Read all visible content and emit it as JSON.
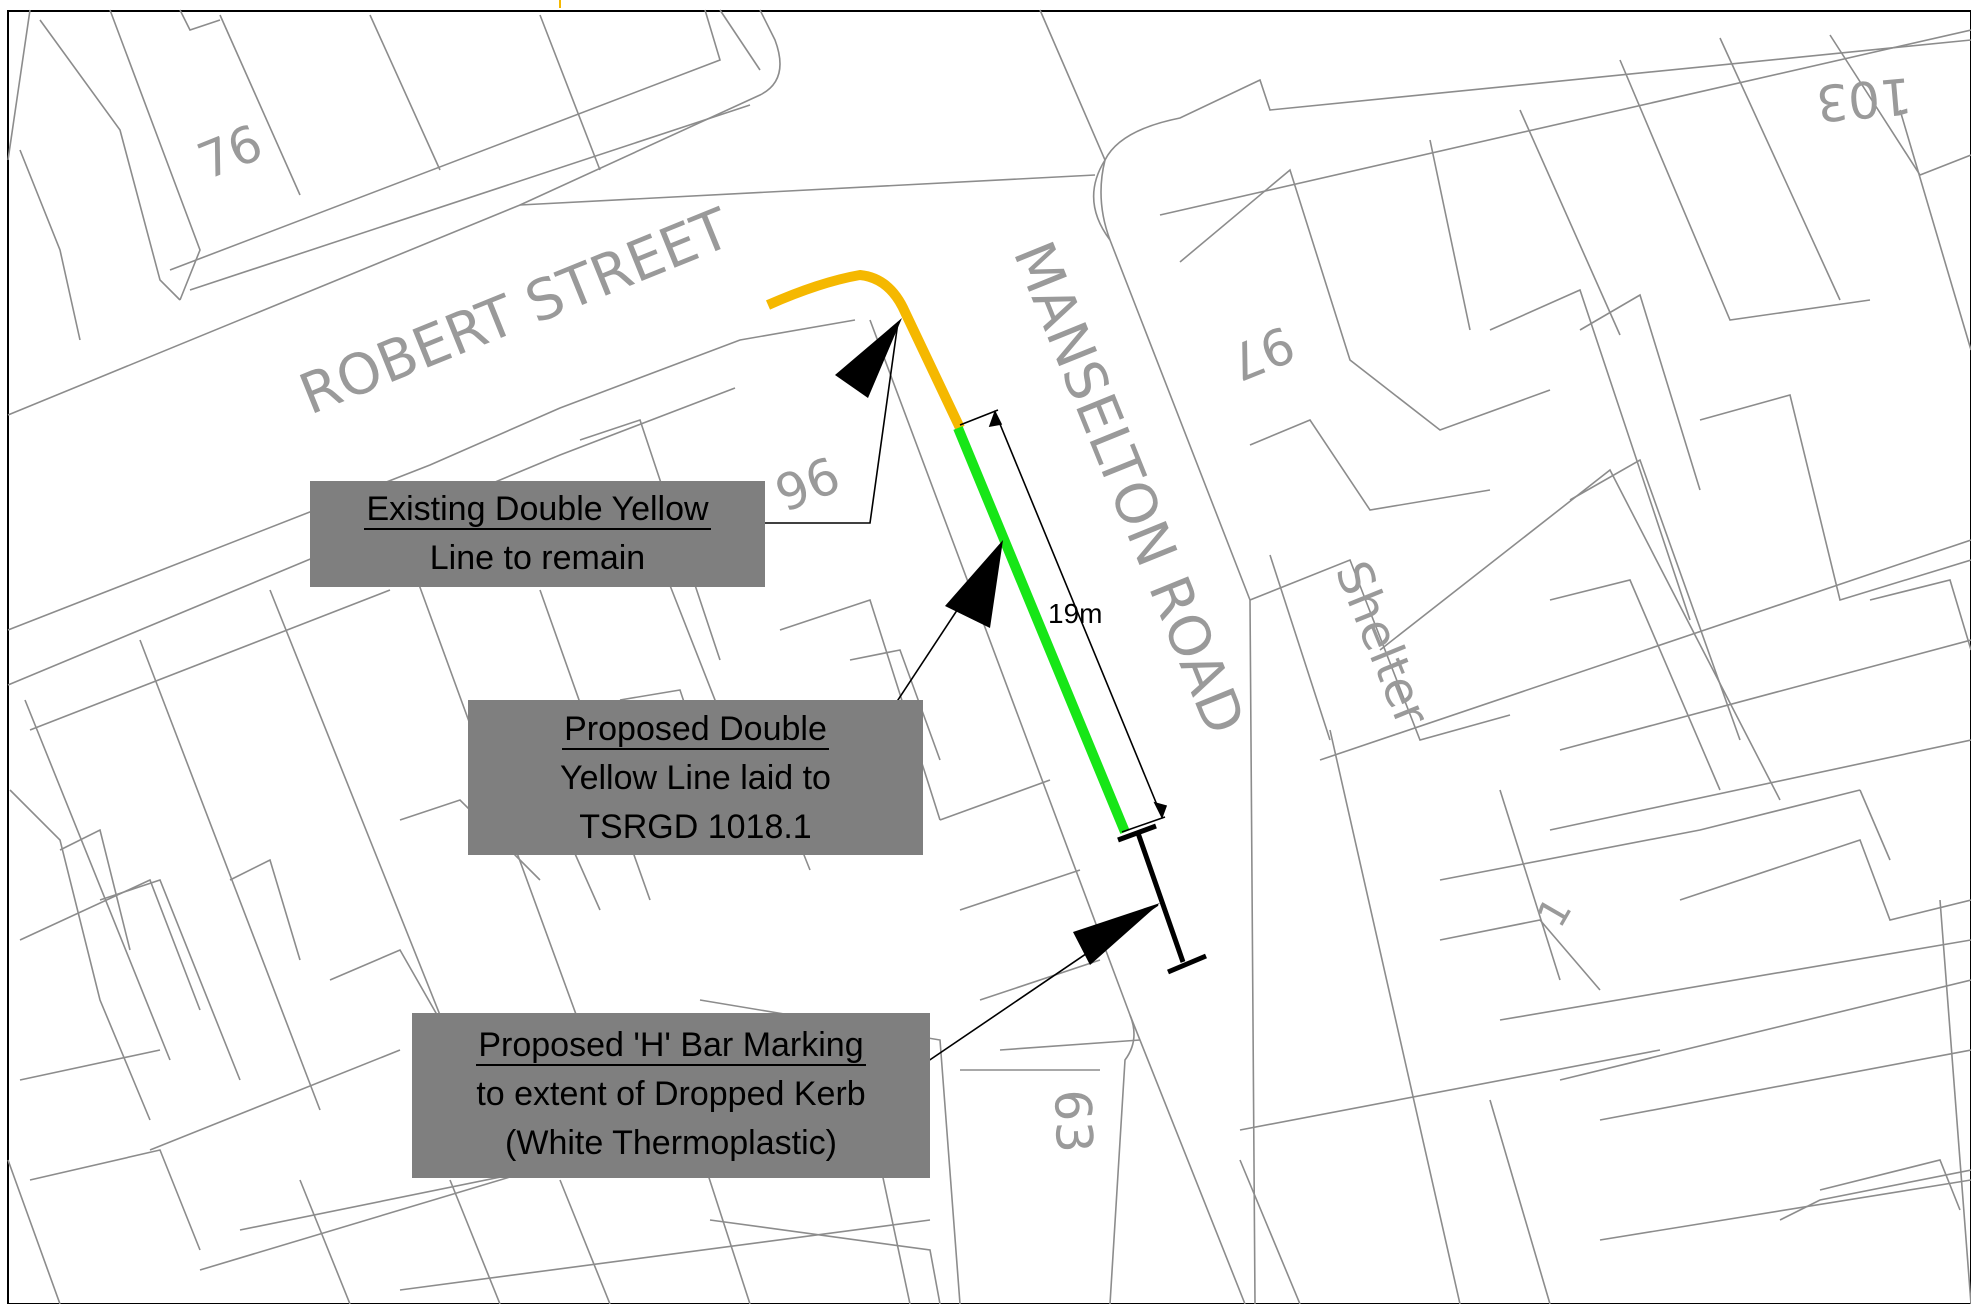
{
  "map": {
    "streets": {
      "robert_street": "ROBERT STREET",
      "manselton_road": "MANSELTON ROAD"
    },
    "labels": {
      "house_76": "76",
      "house_96": "96",
      "house_97": "97",
      "house_103": "103",
      "house_1": "1",
      "house_63": "63",
      "shelter": "Shelter"
    },
    "dimension": "19m",
    "colors": {
      "existing_line": "#f5b800",
      "proposed_line": "#17e617",
      "h_bar": "#000000",
      "callout_bg": "#7f7f7f"
    }
  },
  "callouts": {
    "existing": {
      "line1": "Existing Double Yellow",
      "line2": "Line to remain"
    },
    "proposed_dyl": {
      "line1": "Proposed Double",
      "line2": "Yellow Line laid to",
      "line3": "TSRGD 1018.1"
    },
    "h_bar": {
      "line1": "Proposed 'H' Bar Marking",
      "line2": "to extent of Dropped Kerb",
      "line3": "(White Thermoplastic)"
    }
  }
}
